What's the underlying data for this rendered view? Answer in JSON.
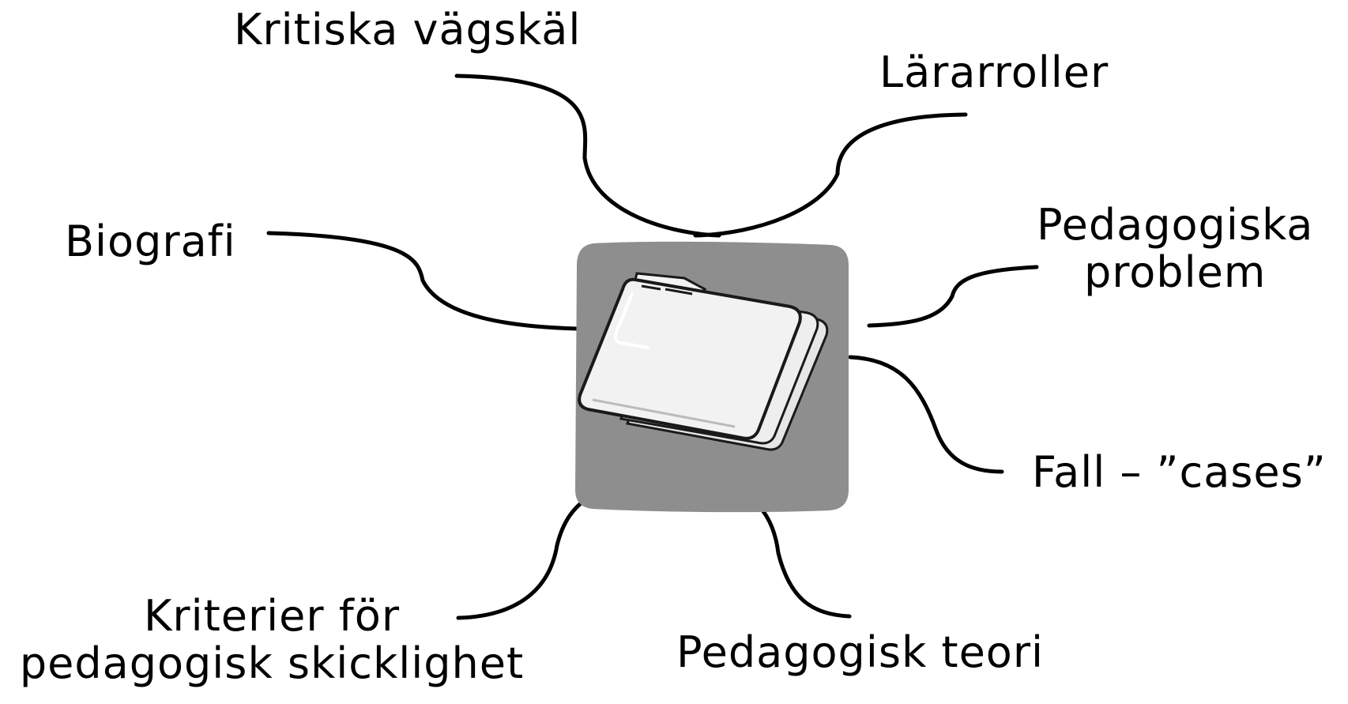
{
  "center_icon": "folder-icon",
  "colors": {
    "background": "#ffffff",
    "text": "#000000",
    "connector": "#000000",
    "icon_backdrop": "#8e8e8e",
    "folder_fill": "#f2f2f2"
  },
  "labels": {
    "kritiska": "Kritiska vägskäl",
    "lararroller": "Lärarroller",
    "biografi": "Biografi",
    "pedagogiska_problem": [
      "Pedagogiska",
      "problem"
    ],
    "fall": "Fall – ”cases”",
    "kriterier": [
      "Kriterier för",
      "pedagogisk skicklighet"
    ],
    "teori": "Pedagogisk teori"
  }
}
